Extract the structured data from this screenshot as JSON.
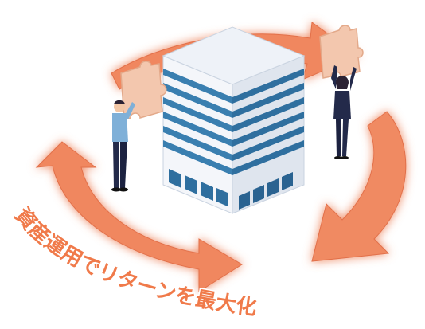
{
  "headline": "資産運用でリターンを最大化",
  "colors": {
    "arrow": "#f0875f",
    "arrow_dark": "#d9643c",
    "arrow_glow": "#ffe0d2",
    "building_face_light": "#f4f6fa",
    "building_face_shade": "#dfe5ee",
    "building_stripe": "#3a7fb0",
    "building_roof": "#eef2f8",
    "puzzle": "#f3c7ae",
    "puzzle_shade": "#e3a98a",
    "text": "#f07a4a",
    "man_shirt": "#7fb0d8",
    "suit": "#232a4a",
    "skin": "#f2c6a5",
    "hair": "#2b2233"
  },
  "icons": [
    "circular-arrows",
    "office-building",
    "businessman-holding-puzzle",
    "businesswoman-holding-puzzle"
  ]
}
